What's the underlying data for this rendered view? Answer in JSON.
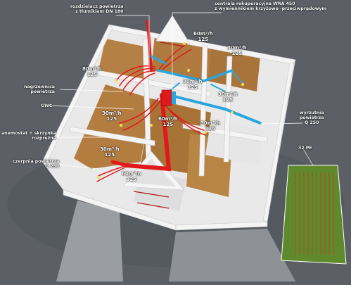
{
  "labels": {
    "rozdzielacz": [
      "rozdzielacz powietrza",
      "z tłumikiem DN 180"
    ],
    "centrala": [
      "centrala rekuperacyjna WRA 450",
      "z wymiennikiem krzyżowo -przeciwprądowym"
    ],
    "nagrzewnica": [
      "nagrzewnica",
      "powietrza"
    ],
    "gwc": "GWC",
    "anemostat": [
      "anemostat + skrzynka",
      "rozprężna"
    ],
    "czerpnia": [
      "czerpnia powietrza",
      "Q 250"
    ],
    "wyrzutnia": [
      "wyrzutnia",
      "powietrza",
      "Q 250"
    ],
    "pe": "32 PE"
  },
  "flows": [
    [
      "60m³/h",
      "125"
    ],
    [
      "30m³/h",
      "125"
    ],
    [
      "80m³/h",
      "125"
    ],
    [
      "30m³/h",
      "125"
    ],
    [
      "30m³/h",
      "125"
    ],
    [
      "30m³/h",
      "125"
    ],
    [
      "60m³/h",
      "125"
    ],
    [
      "30m³/h",
      "125"
    ],
    [
      "30m³/h",
      "125"
    ],
    [
      "60m³/h",
      "125"
    ]
  ],
  "colors": {
    "background": "#5c6066",
    "supply_duct": "#e01a1a",
    "extract_duct": "#2aa6dc",
    "wall": "#f3f3f3",
    "floor": "#b07a3e",
    "grass": "#5f8a2c"
  }
}
